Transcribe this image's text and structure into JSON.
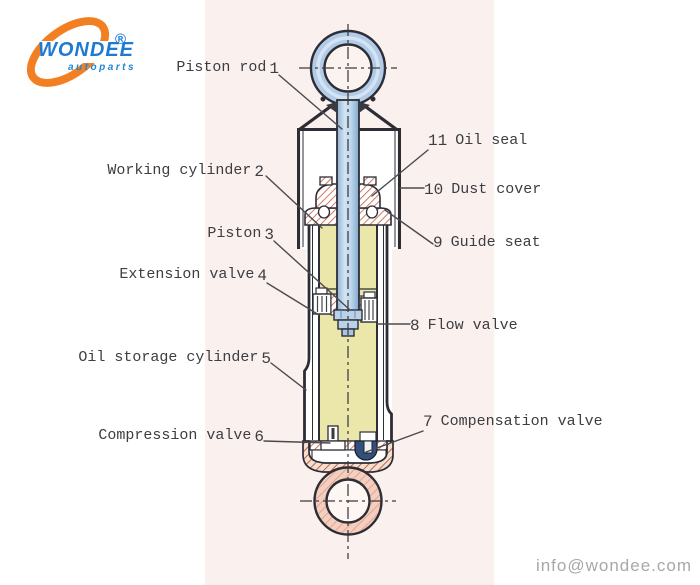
{
  "logo": {
    "brand": "WONDEE",
    "subtitle": "autoparts",
    "registered_mark": "®"
  },
  "footer": {
    "email": "info@wondee.com"
  },
  "diagram": {
    "subject": "Twin-tube shock absorber cross-section",
    "parts": [
      {
        "num": "1",
        "name": "Piston rod"
      },
      {
        "num": "2",
        "name": "Working cylinder"
      },
      {
        "num": "3",
        "name": "Piston"
      },
      {
        "num": "4",
        "name": "Extension valve"
      },
      {
        "num": "5",
        "name": "Oil storage cylinder"
      },
      {
        "num": "6",
        "name": "Compression valve"
      },
      {
        "num": "7",
        "name": "Compensation valve"
      },
      {
        "num": "8",
        "name": "Flow valve"
      },
      {
        "num": "9",
        "name": "Guide seat"
      },
      {
        "num": "10",
        "name": "Dust cover"
      },
      {
        "num": "11",
        "name": "Oil seal"
      }
    ],
    "colors": {
      "background_band": "#faf0ed",
      "piston_rod_blue": "#c3d9ec",
      "eye_ring_blue": "#b2cbe7",
      "oil_yellow": "#ebe7ab",
      "hatch_red": "#c1593b",
      "bottom_eye_pink": "#f4cfc0",
      "outline": "#2d2d35",
      "logo_orange": "#f28022",
      "logo_blue": "#1f7ad1"
    }
  }
}
